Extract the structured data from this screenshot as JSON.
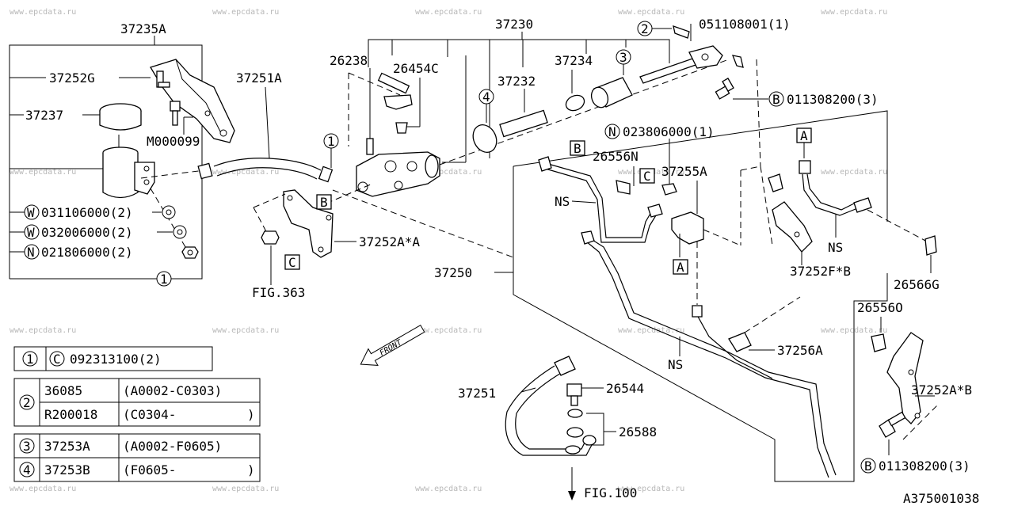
{
  "watermark": "www.epcdata.ru",
  "labels": {
    "l37235A": "37235A",
    "l37252G": "37252G",
    "l37237": "37237",
    "l37251A": "37251A",
    "lM000099": "M000099",
    "l031106000": "031106000(2)",
    "l032006000": "032006000(2)",
    "l021806000": "021806000(2)",
    "l26238": "26238",
    "l26454C": "26454C",
    "l37230": "37230",
    "l37232": "37232",
    "l37234": "37234",
    "l051108001": "051108001(1)",
    "l011308200a": "011308200(3)",
    "l023806000": "023806000(1)",
    "l26556N": "26556N",
    "l37255A": "37255A",
    "lNS1": "NS",
    "lNS2": "NS",
    "lNS3": "NS",
    "l37252AxA": "37252A*A",
    "lFIG363": "FIG.363",
    "l37250": "37250",
    "l37252FxB": "37252F*B",
    "l26566G": "26566G",
    "l26556O": "26556O",
    "l37256A": "37256A",
    "l37251": "37251",
    "l26544": "26544",
    "l26588": "26588",
    "l37252AxB": "37252A*B",
    "l011308200b": "011308200(3)",
    "lFIG100": "FIG.100",
    "lFRONT": "FRONT",
    "diagramId": "A375001038"
  },
  "markers": {
    "W": "W",
    "N": "N",
    "B": "B",
    "C": "C",
    "one": "1",
    "two": "2",
    "three": "3",
    "four": "4",
    "boxA": "A",
    "boxB": "B",
    "boxC": "C"
  },
  "legend": {
    "row1": {
      "num": "1",
      "prefix": "C",
      "part": "092313100(2)"
    },
    "row2a": {
      "num": "2",
      "part": "36085",
      "range": "(A0002-C0303)"
    },
    "row2b": {
      "part": "R200018",
      "range": "(C0304-",
      "close": ")"
    },
    "row3": {
      "num": "3",
      "part": "37253A",
      "range": "(A0002-F0605)"
    },
    "row4": {
      "num": "4",
      "part": "37253B",
      "range": "(F0605-",
      "close": ")"
    }
  }
}
